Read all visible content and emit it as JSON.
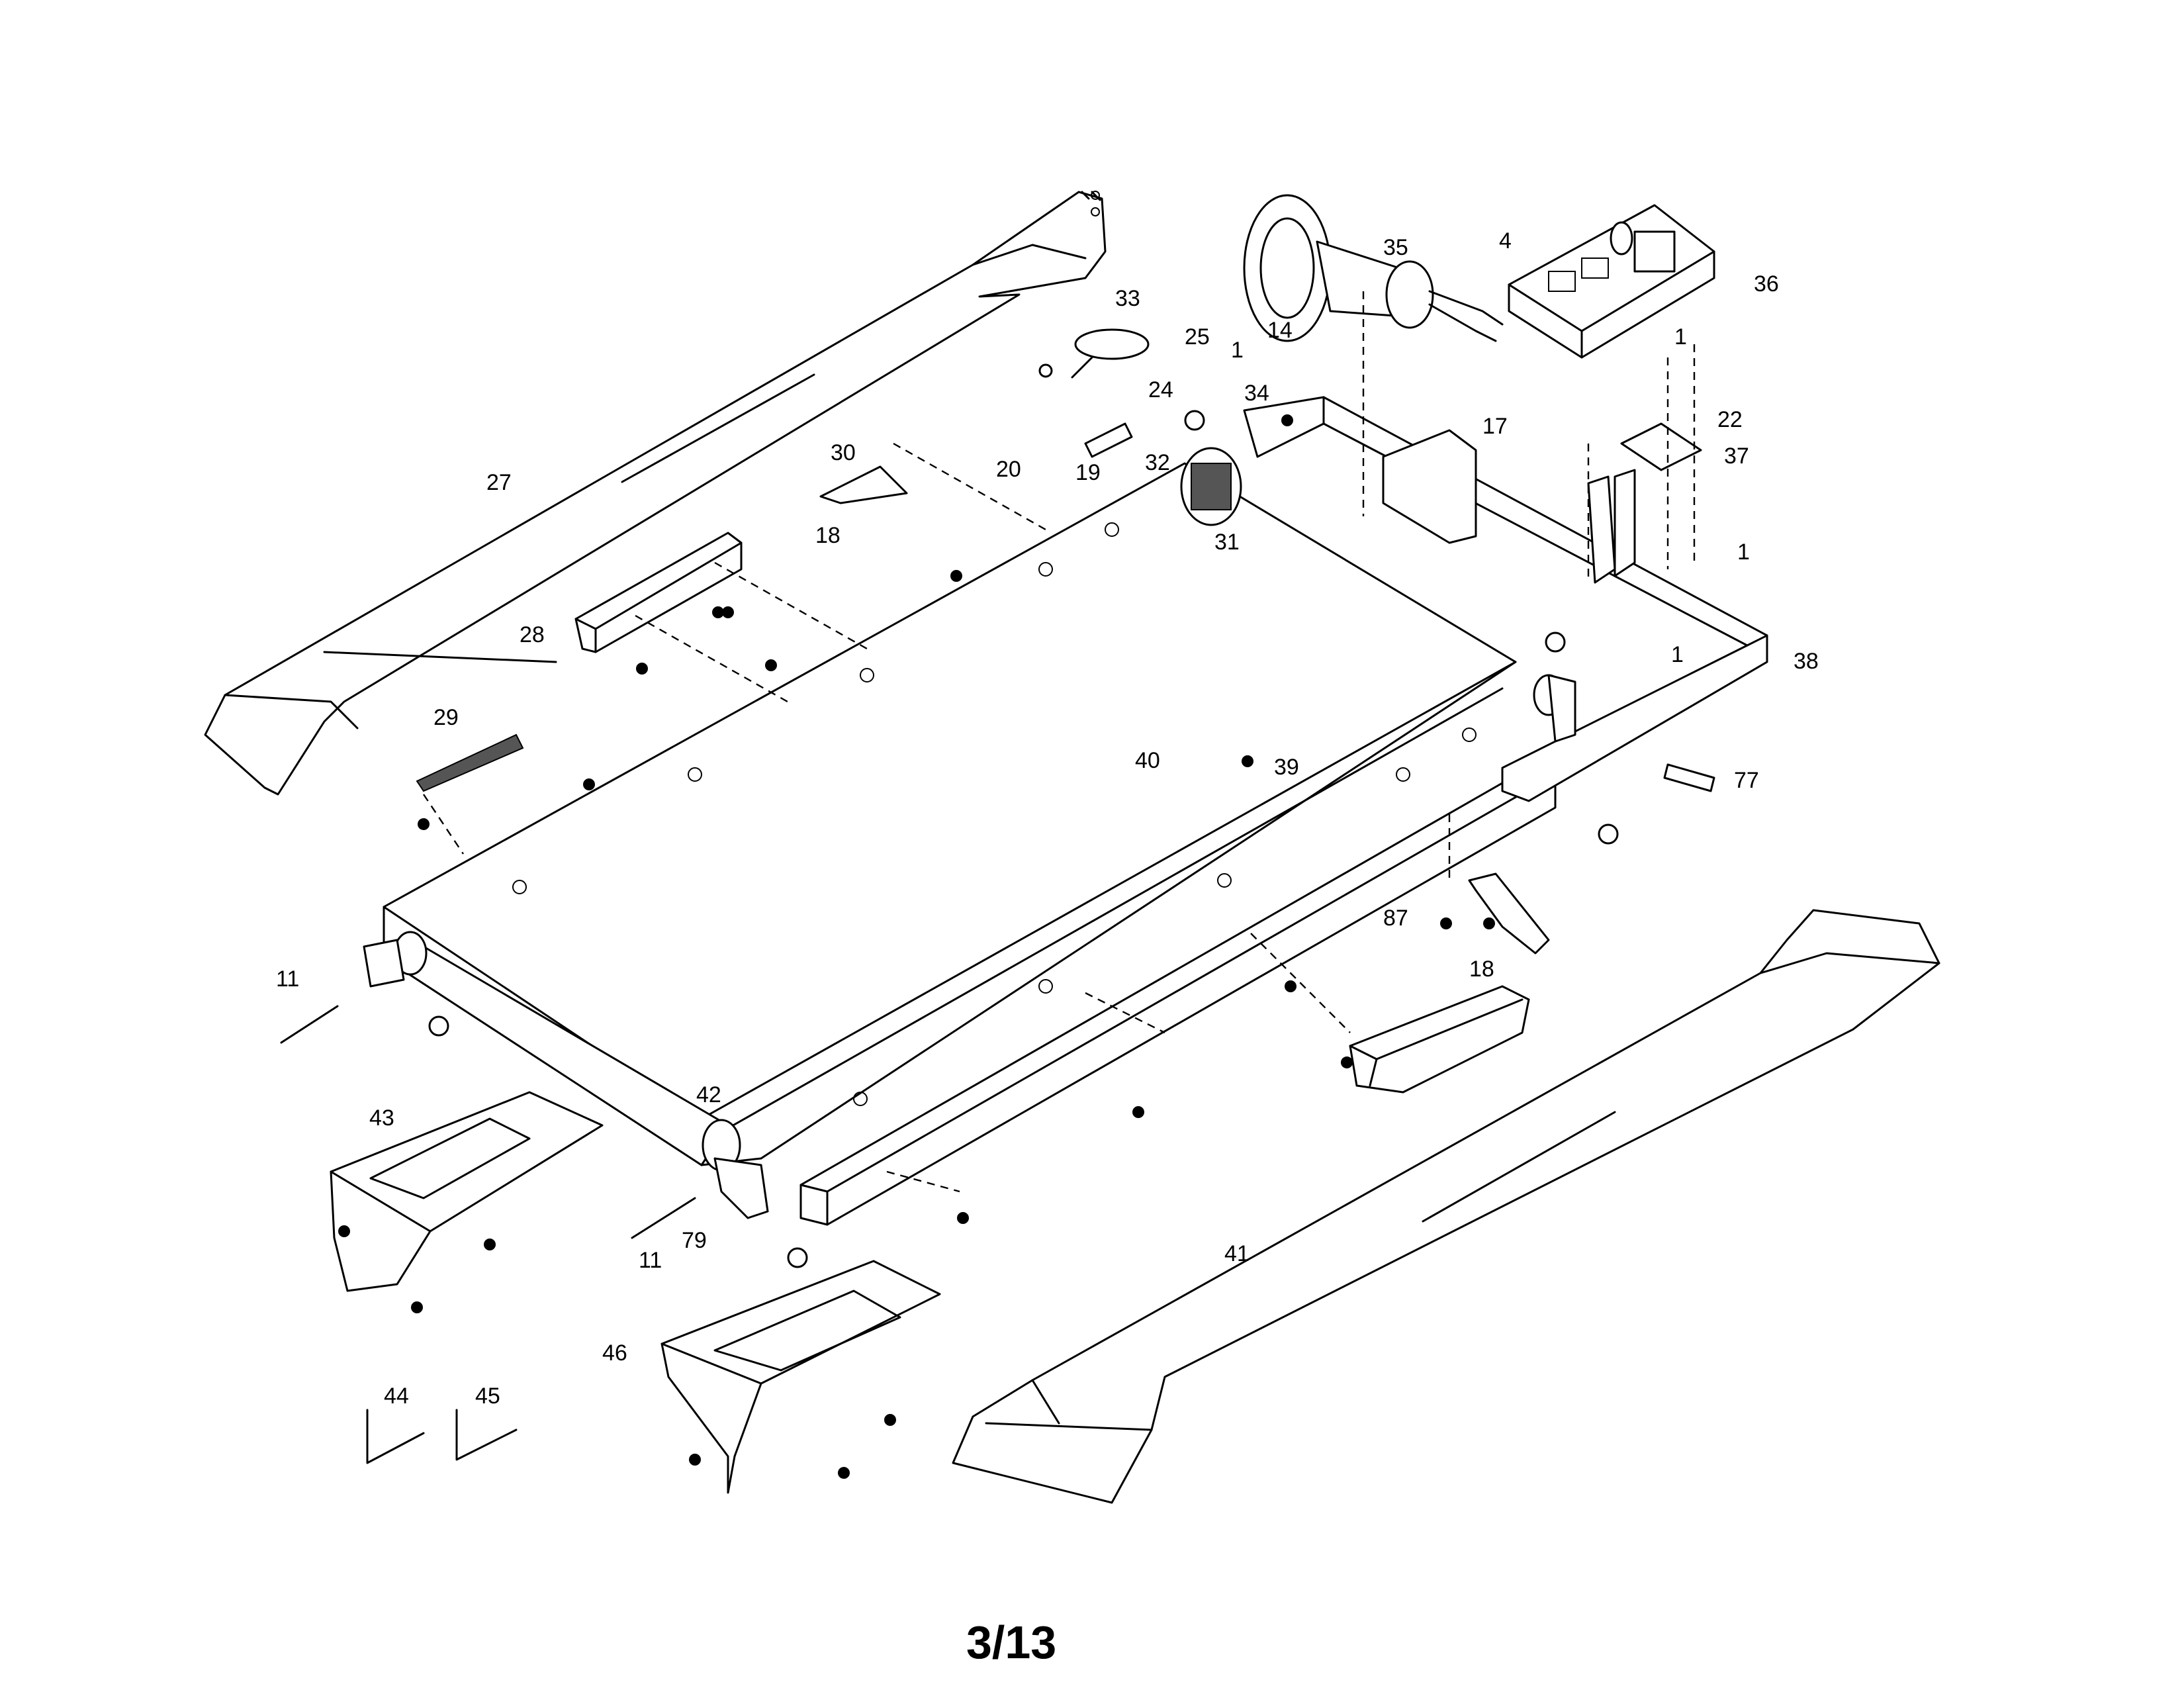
{
  "page_number": "3/13",
  "callouts": [
    {
      "id": "c1a",
      "text": "1"
    },
    {
      "id": "c1b",
      "text": "1"
    },
    {
      "id": "c1c",
      "text": "1"
    },
    {
      "id": "c1d",
      "text": "1"
    },
    {
      "id": "c4",
      "text": "4"
    },
    {
      "id": "c11a",
      "text": "11"
    },
    {
      "id": "c11b",
      "text": "11"
    },
    {
      "id": "c14",
      "text": "14"
    },
    {
      "id": "c17",
      "text": "17"
    },
    {
      "id": "c18a",
      "text": "18"
    },
    {
      "id": "c18b",
      "text": "18"
    },
    {
      "id": "c19",
      "text": "19"
    },
    {
      "id": "c20",
      "text": "20"
    },
    {
      "id": "c22",
      "text": "22"
    },
    {
      "id": "c24",
      "text": "24"
    },
    {
      "id": "c25",
      "text": "25"
    },
    {
      "id": "c27",
      "text": "27"
    },
    {
      "id": "c28",
      "text": "28"
    },
    {
      "id": "c29",
      "text": "29"
    },
    {
      "id": "c30",
      "text": "30"
    },
    {
      "id": "c31",
      "text": "31"
    },
    {
      "id": "c32",
      "text": "32"
    },
    {
      "id": "c33",
      "text": "33"
    },
    {
      "id": "c34",
      "text": "34"
    },
    {
      "id": "c35",
      "text": "35"
    },
    {
      "id": "c36",
      "text": "36"
    },
    {
      "id": "c37",
      "text": "37"
    },
    {
      "id": "c38",
      "text": "38"
    },
    {
      "id": "c39",
      "text": "39"
    },
    {
      "id": "c40",
      "text": "40"
    },
    {
      "id": "c41",
      "text": "41"
    },
    {
      "id": "c42",
      "text": "42"
    },
    {
      "id": "c43",
      "text": "43"
    },
    {
      "id": "c44",
      "text": "44"
    },
    {
      "id": "c45",
      "text": "45"
    },
    {
      "id": "c46",
      "text": "46"
    },
    {
      "id": "c77",
      "text": "77"
    },
    {
      "id": "c79",
      "text": "79"
    },
    {
      "id": "c87",
      "text": "87"
    }
  ]
}
